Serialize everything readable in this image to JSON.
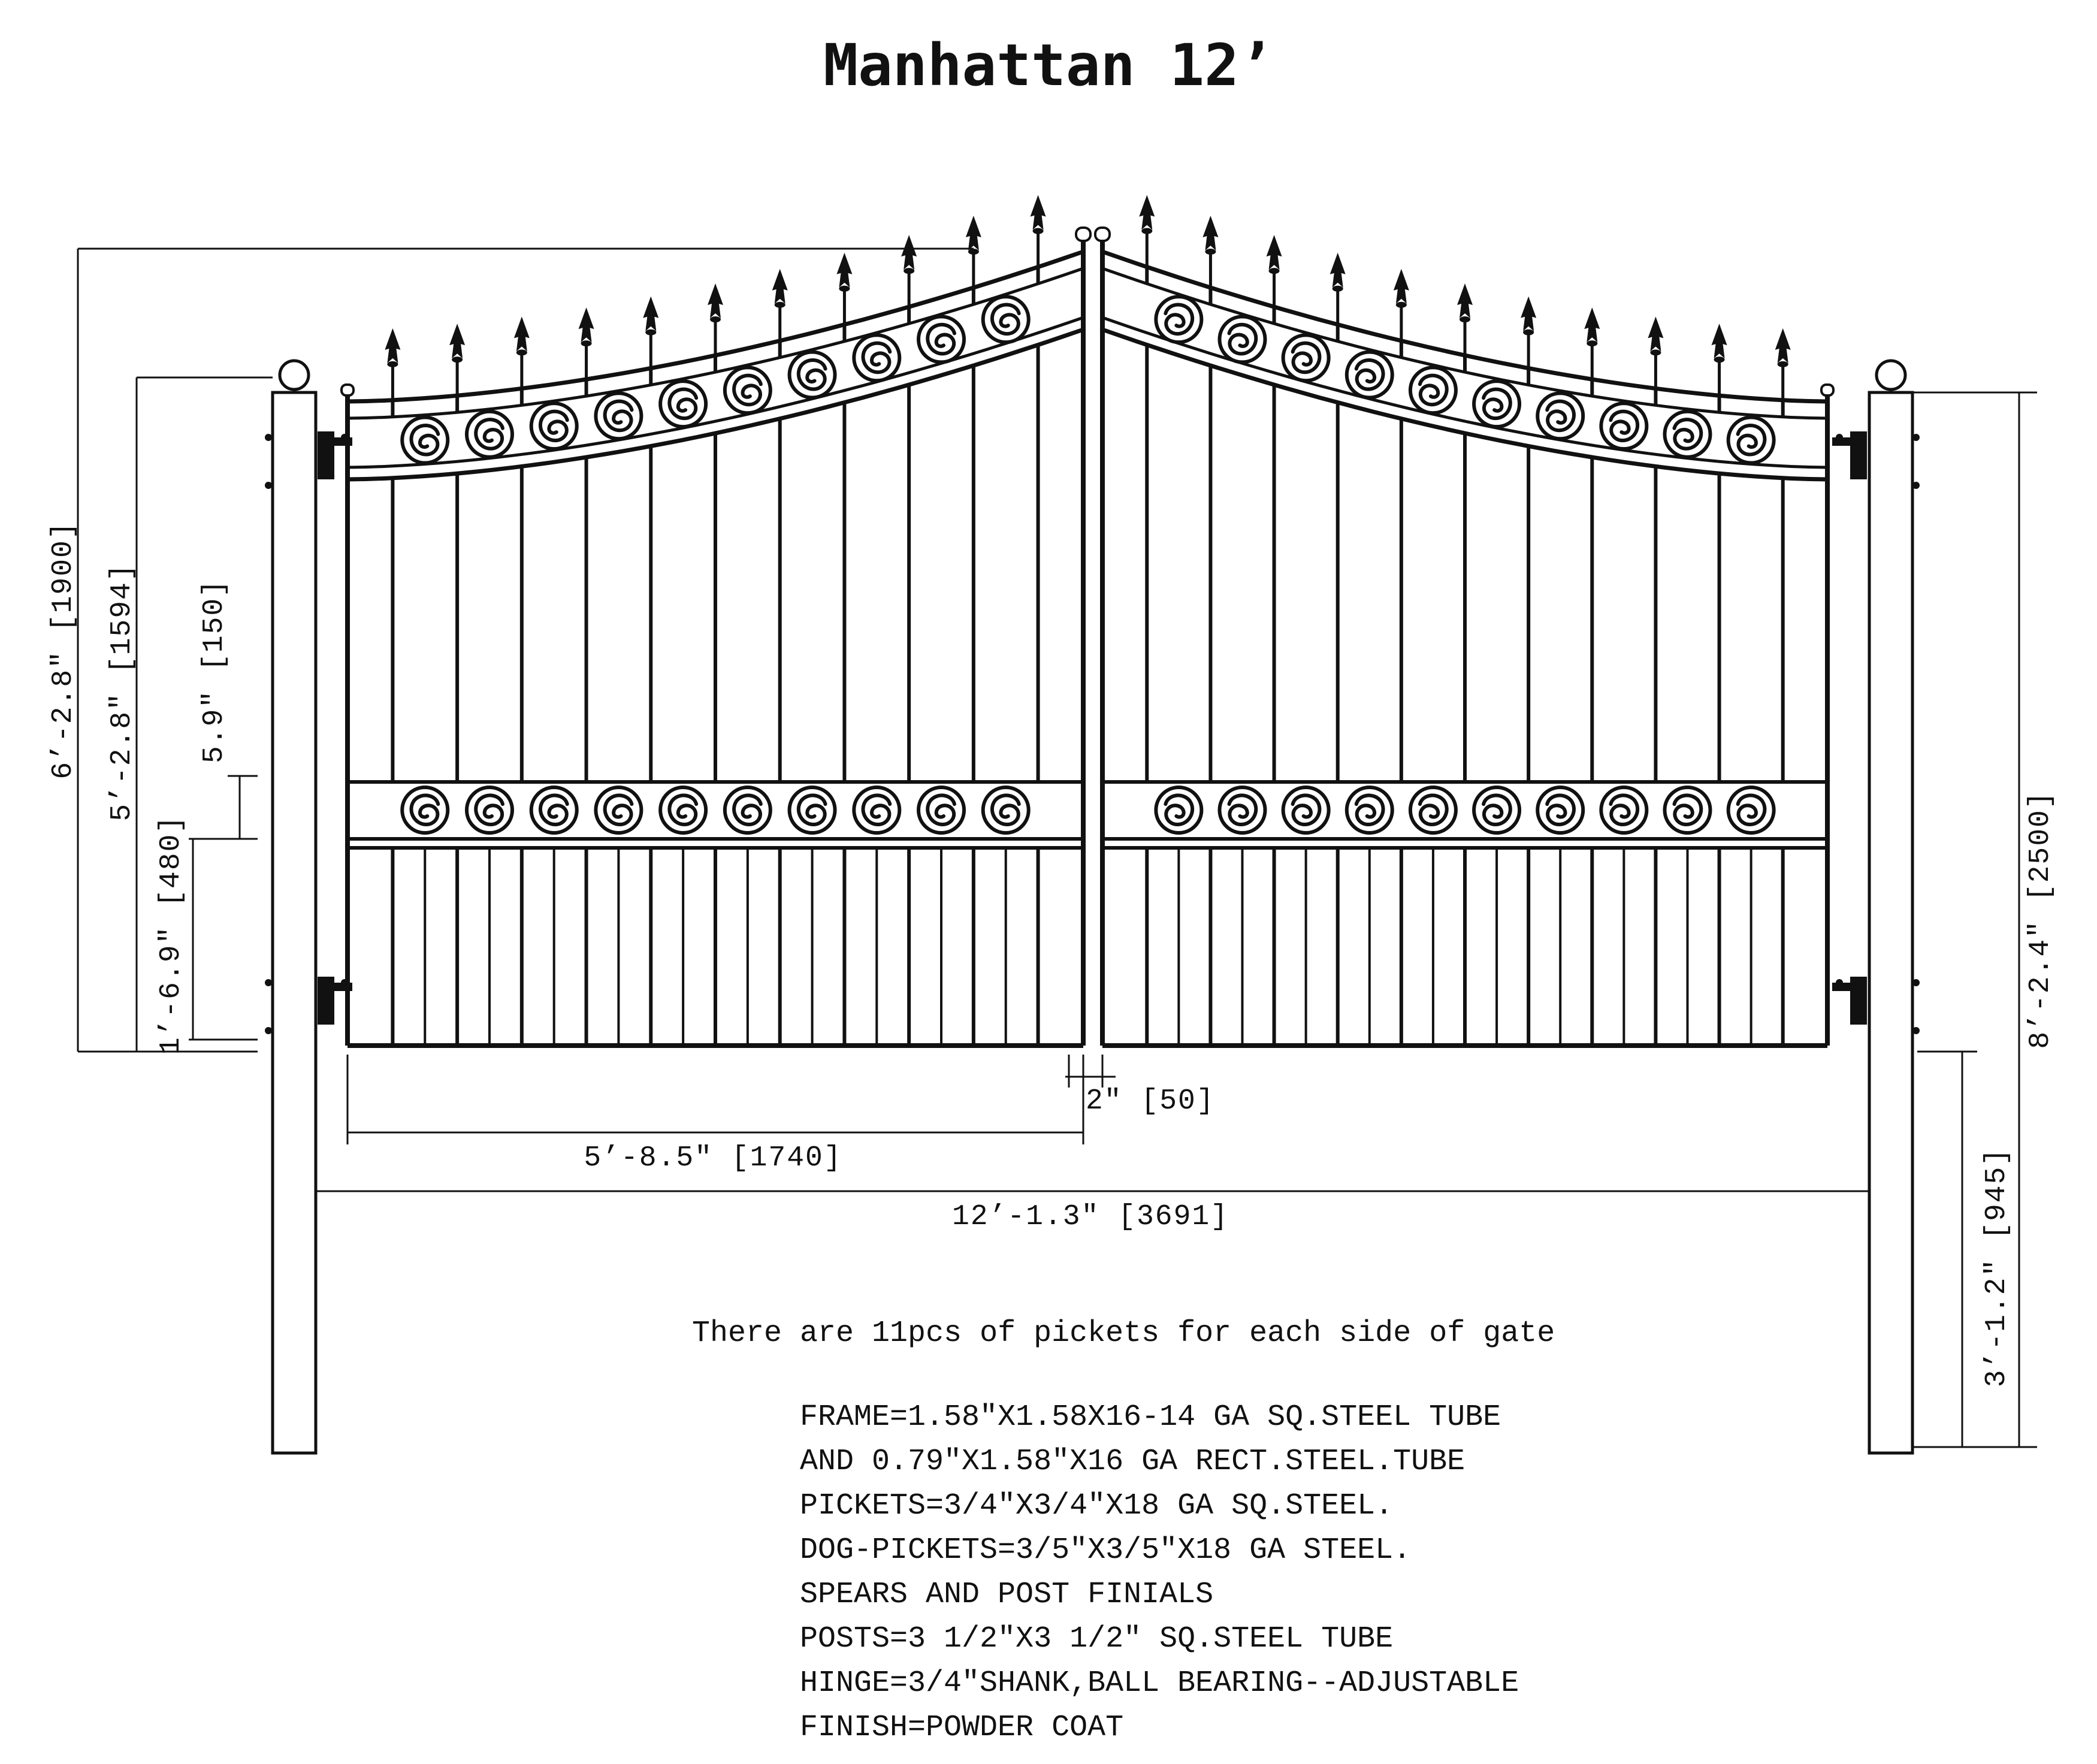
{
  "title": "Manhattan 12’",
  "dimensions": {
    "total_height": "6’-2.8\" [1900]",
    "frame_height": "5’-2.8\" [1594]",
    "scroll_band": "5.9\" [150]",
    "bottom_section": "1’-6.9\" [480]",
    "post_height": "8’-2.4\" [2500]",
    "post_below": "3’-1.2\" [945]",
    "leaf_width": "5’-8.5\" [1740]",
    "gap": "2\" [50]",
    "overall_width": "12’-1.3\" [3691]"
  },
  "note": "There are 11pcs of pickets for each side of gate",
  "specs": [
    "FRAME=1.58\"X1.58X16-14 GA SQ.STEEL TUBE",
    "AND  0.79\"X1.58\"X16 GA RECT.STEEL.TUBE",
    "PICKETS=3/4\"X3/4\"X18 GA SQ.STEEL.",
    "DOG-PICKETS=3/5\"X3/5\"X18 GA STEEL.",
    "SPEARS AND POST FINIALS",
    "POSTS=3 1/2\"X3 1/2\" SQ.STEEL TUBE",
    "HINGE=3/4\"SHANK,BALL BEARING--ADJUSTABLE",
    "FINISH=POWDER COAT"
  ]
}
